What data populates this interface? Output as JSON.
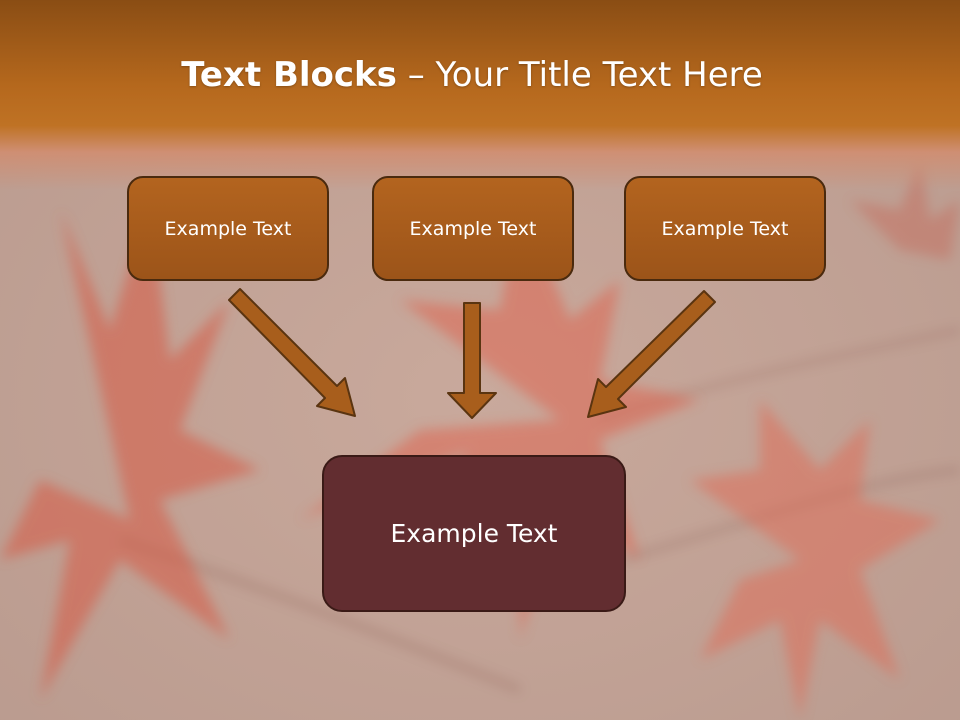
{
  "slide": {
    "title_bold": "Text Blocks",
    "title_dash": " – ",
    "title_rest": "Your Title Text Here"
  },
  "blocks": {
    "top": [
      {
        "label": "Example Text"
      },
      {
        "label": "Example Text"
      },
      {
        "label": "Example Text"
      }
    ],
    "bottom": {
      "label": "Example Text"
    }
  },
  "colors": {
    "title_band": "#b5681d",
    "top_box": "#a65a1b",
    "bottom_box": "#622d30",
    "arrow_fill": "#a85e1c",
    "arrow_stroke": "#5a3410"
  }
}
